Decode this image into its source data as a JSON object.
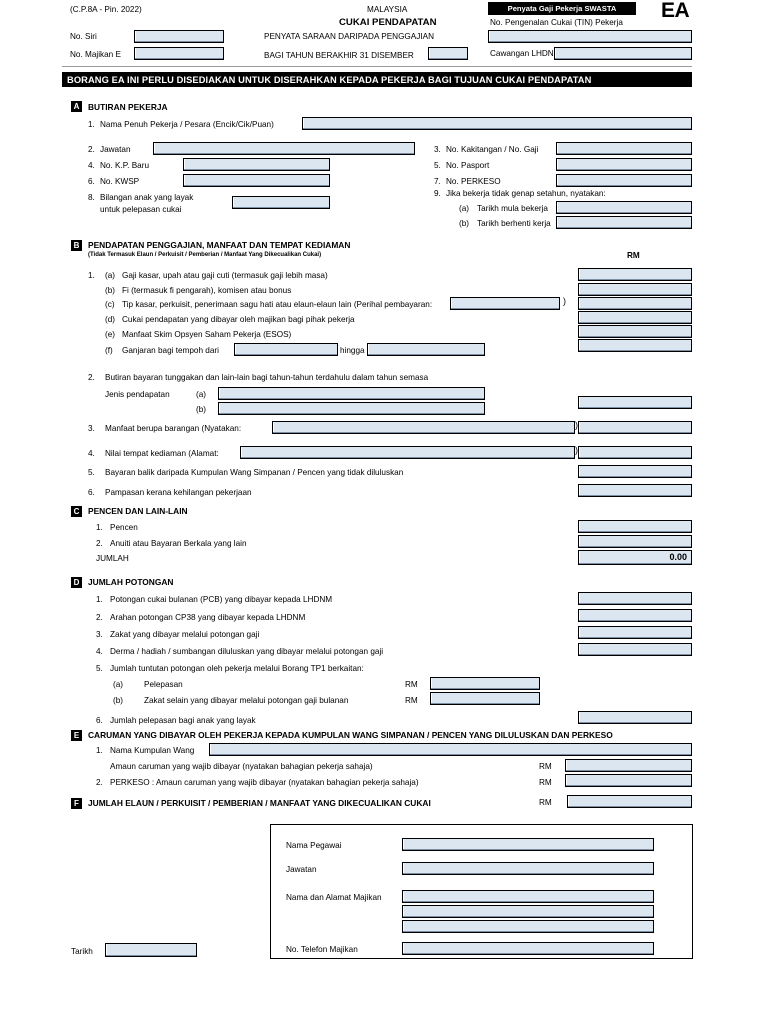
{
  "document": {
    "form_code": "(C.P.8A - Pin. 2022)",
    "country": "MALAYSIA",
    "title": "CUKAI PENDAPATAN",
    "subtitle1": "PENYATA SARAAN DARIPADA PENGGAJIAN",
    "subtitle2": "BAGI TAHUN BERAKHIR 31 DISEMBER",
    "badge": "Penyata Gaji Pekerja SWASTA",
    "form_mark": "EA",
    "tin_label": "No. Pengenalan Cukai (TIN) Pekerja",
    "branch_label": "Cawangan LHDNM",
    "serial_label": "No. Siri",
    "employer_label": "No. Majikan E",
    "banner": "BORANG EA INI PERLU DISEDIAKAN UNTUK DISERAHKAN KEPADA PEKERJA BAGI TUJUAN CUKAI PENDAPATAN",
    "values": {
      "serial": "",
      "employer": "",
      "year": "",
      "tin": "",
      "branch": ""
    }
  },
  "section_a": {
    "letter": "A",
    "title": "BUTIRAN PEKERJA",
    "items": [
      {
        "no": "1.",
        "label": "Nama Penuh Pekerja / Pesara (Encik/Cik/Puan)",
        "value": ""
      },
      {
        "no": "2.",
        "label": "Jawatan",
        "value": ""
      },
      {
        "no": "3.",
        "label": "No. Kakitangan / No. Gaji",
        "value": ""
      },
      {
        "no": "4.",
        "label": "No. K.P. Baru",
        "value": ""
      },
      {
        "no": "5.",
        "label": "No. Pasport",
        "value": ""
      },
      {
        "no": "6.",
        "label": "No. KWSP",
        "value": ""
      },
      {
        "no": "7.",
        "label": "No. PERKESO",
        "value": ""
      },
      {
        "no": "8.",
        "label_line1": "Bilangan anak yang layak",
        "label_line2": "untuk pelepasan cukai",
        "value": ""
      },
      {
        "no": "9.",
        "label": "Jika bekerja tidak genap setahun, nyatakan:"
      },
      {
        "no": "(a)",
        "label": "Tarikh mula bekerja",
        "value": ""
      },
      {
        "no": "(b)",
        "label": "Tarikh berhenti kerja",
        "value": ""
      }
    ]
  },
  "section_b": {
    "letter": "B",
    "title": "PENDAPATAN PENGGAJIAN, MANFAAT DAN TEMPAT KEDIAMAN",
    "subtitle": "(Tidak Termasuk Elaun / Perkuisit / Pemberian / Manfaat Yang Dikecualikan Cukai)",
    "rm_header": "RM",
    "item1_no": "1.",
    "item1": [
      {
        "no": "(a)",
        "label": "Gaji kasar, upah atau gaji cuti (termasuk gaji lebih masa)",
        "value": ""
      },
      {
        "no": "(b)",
        "label": "Fi (termasuk fi pengarah), komisen atau bonus",
        "value": ""
      },
      {
        "no": "(c)",
        "label": "Tip kasar, perkuisit, penerimaan sagu hati atau elaun-elaun lain (Perihal pembayaran:",
        "detail": "",
        "value": ""
      },
      {
        "no": "(d)",
        "label": "Cukai pendapatan yang dibayar oleh majikan bagi pihak pekerja",
        "value": ""
      },
      {
        "no": "(e)",
        "label": "Manfaat Skim Opsyen Saham Pekerja (ESOS)",
        "value": ""
      },
      {
        "no": "(f)",
        "label": "Ganjaran bagi tempoh dari",
        "from": "",
        "middle": "hingga",
        "to": "",
        "value": ""
      }
    ],
    "item2": {
      "no": "2.",
      "label": "Butiran bayaran tunggakan dan lain-lain bagi tahun-tahun terdahulu dalam tahun semasa",
      "sub_label": "Jenis pendapatan",
      "rows": [
        {
          "no": "(a)",
          "value": ""
        },
        {
          "no": "(b)",
          "value": ""
        }
      ],
      "amount": ""
    },
    "item3": {
      "no": "3.",
      "label": "Manfaat berupa barangan (Nyatakan:",
      "detail": "",
      "value": ""
    },
    "item4": {
      "no": "4.",
      "label": "Nilai tempat kediaman (Alamat:",
      "detail": "",
      "value": ""
    },
    "item5": {
      "no": "5.",
      "label": "Bayaran balik daripada Kumpulan Wang Simpanan / Pencen yang tidak diluluskan",
      "value": ""
    },
    "item6": {
      "no": "6.",
      "label": "Pampasan kerana kehilangan pekerjaan",
      "value": ""
    }
  },
  "section_c": {
    "letter": "C",
    "title": "PENCEN DAN LAIN-LAIN",
    "items": [
      {
        "no": "1.",
        "label": "Pencen",
        "value": ""
      },
      {
        "no": "2.",
        "label": "Anuiti atau Bayaran Berkala yang lain",
        "value": ""
      }
    ],
    "total_label": "JUMLAH",
    "total_value": "0.00"
  },
  "section_d": {
    "letter": "D",
    "title": "JUMLAH POTONGAN",
    "items": [
      {
        "no": "1.",
        "label": "Potongan cukai bulanan (PCB) yang dibayar kepada LHDNM",
        "value": ""
      },
      {
        "no": "2.",
        "label": "Arahan potongan CP38 yang dibayar kepada LHDNM",
        "value": ""
      },
      {
        "no": "3.",
        "label": "Zakat yang dibayar melalui potongan gaji",
        "value": ""
      },
      {
        "no": "4.",
        "label": "Derma / hadiah / sumbangan diluluskan yang dibayar melalui potongan gaji",
        "value": ""
      }
    ],
    "item5": {
      "no": "5.",
      "label": "Jumlah tuntutan potongan oleh pekerja melalui Borang TP1 berkaitan:",
      "rows": [
        {
          "no": "(a)",
          "label": "Pelepasan",
          "rm": "RM",
          "value": ""
        },
        {
          "no": "(b)",
          "label": "Zakat selain yang dibayar melalui potongan gaji bulanan",
          "rm": "RM",
          "value": ""
        }
      ]
    },
    "item6": {
      "no": "6.",
      "label": "Jumlah pelepasan bagi anak yang layak",
      "value": ""
    }
  },
  "section_e": {
    "letter": "E",
    "title": "CARUMAN YANG DIBAYAR OLEH PEKERJA KEPADA KUMPULAN WANG SIMPANAN / PENCEN YANG DILULUSKAN DAN PERKESO",
    "item1": {
      "no": "1.",
      "label": "Nama Kumpulan Wang",
      "value": ""
    },
    "item1b": {
      "label": "Amaun caruman yang wajib dibayar (nyatakan bahagian pekerja sahaja)",
      "rm": "RM",
      "value": ""
    },
    "item2": {
      "no": "2.",
      "label": "PERKESO : Amaun caruman yang wajib dibayar (nyatakan bahagian pekerja sahaja)",
      "rm": "RM",
      "value": ""
    }
  },
  "section_f": {
    "letter": "F",
    "title": "JUMLAH ELAUN / PERKUISIT / PEMBERIAN / MANFAAT YANG DIKECUALIKAN CUKAI",
    "rm": "RM",
    "value": ""
  },
  "footer": {
    "date_label": "Tarikh",
    "date_value": "",
    "officer_name_label": "Nama Pegawai",
    "officer_name_value": "",
    "position_label": "Jawatan",
    "position_value": "",
    "employer_address_label": "Nama dan Alamat Majikan",
    "employer_address_line1": "",
    "employer_address_line2": "",
    "employer_address_line3": "",
    "phone_label": "No. Telefon Majikan",
    "phone_value": ""
  },
  "theme": {
    "field_fill": "#dce6f1",
    "banner_bg": "#000000",
    "banner_fg": "#ffffff"
  }
}
